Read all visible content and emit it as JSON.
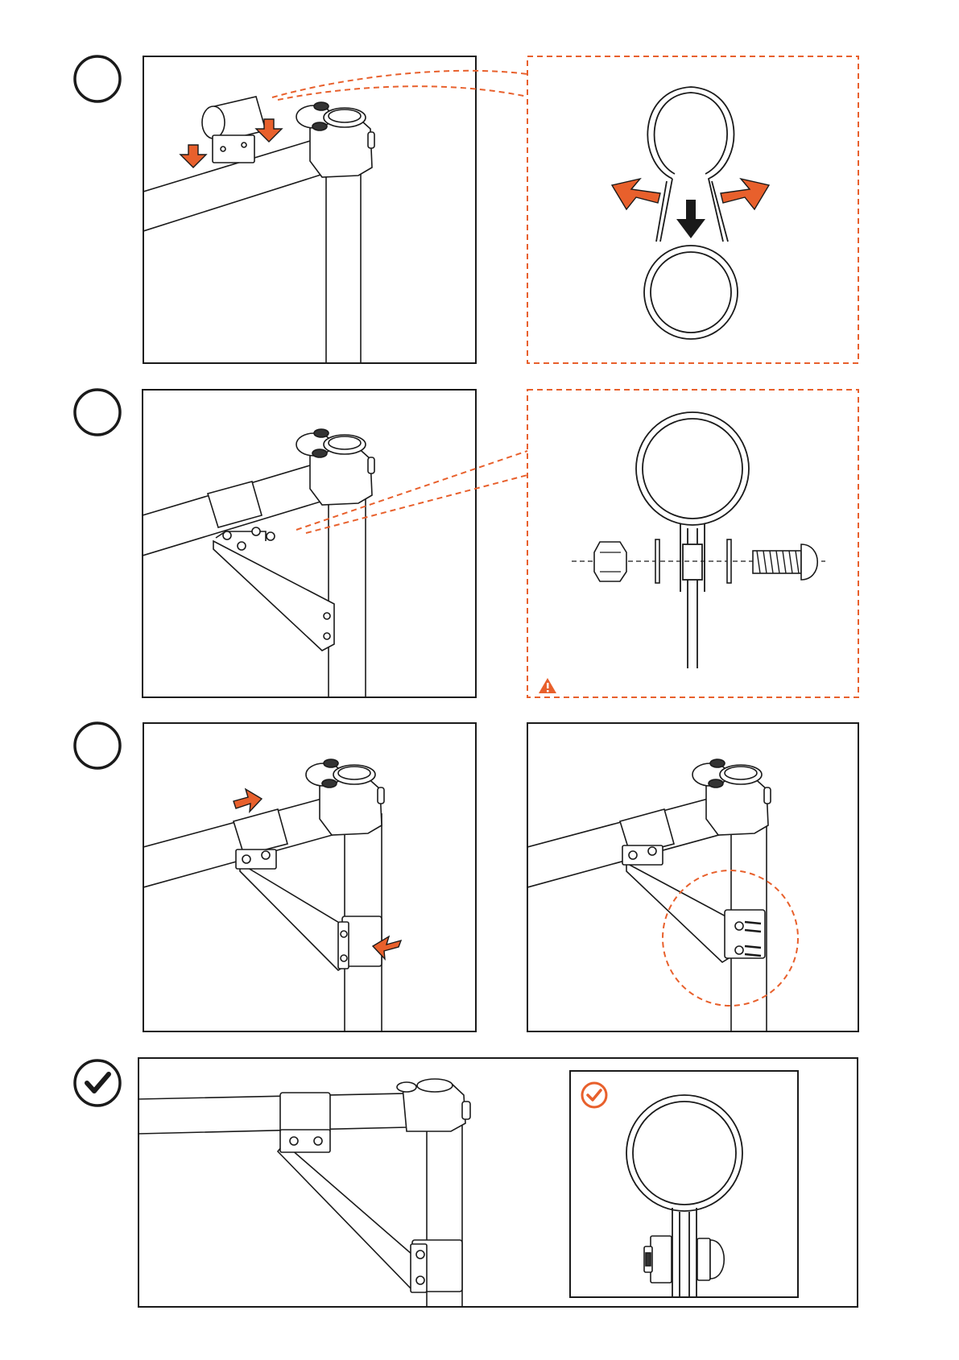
{
  "page": {
    "title": ""
  },
  "colors": {
    "line": "#1a1a1a",
    "accent": "#e8602c",
    "paper": "#ffffff"
  },
  "steps": [
    {
      "marker": "",
      "state": "empty"
    },
    {
      "marker": "",
      "state": "empty"
    },
    {
      "marker": "",
      "state": "empty"
    },
    {
      "marker": "check",
      "state": "done"
    }
  ],
  "icons": {
    "warning": "warning-triangle-icon",
    "check": "check-circle-icon",
    "ok_badge": "ok-check-badge-icon"
  }
}
